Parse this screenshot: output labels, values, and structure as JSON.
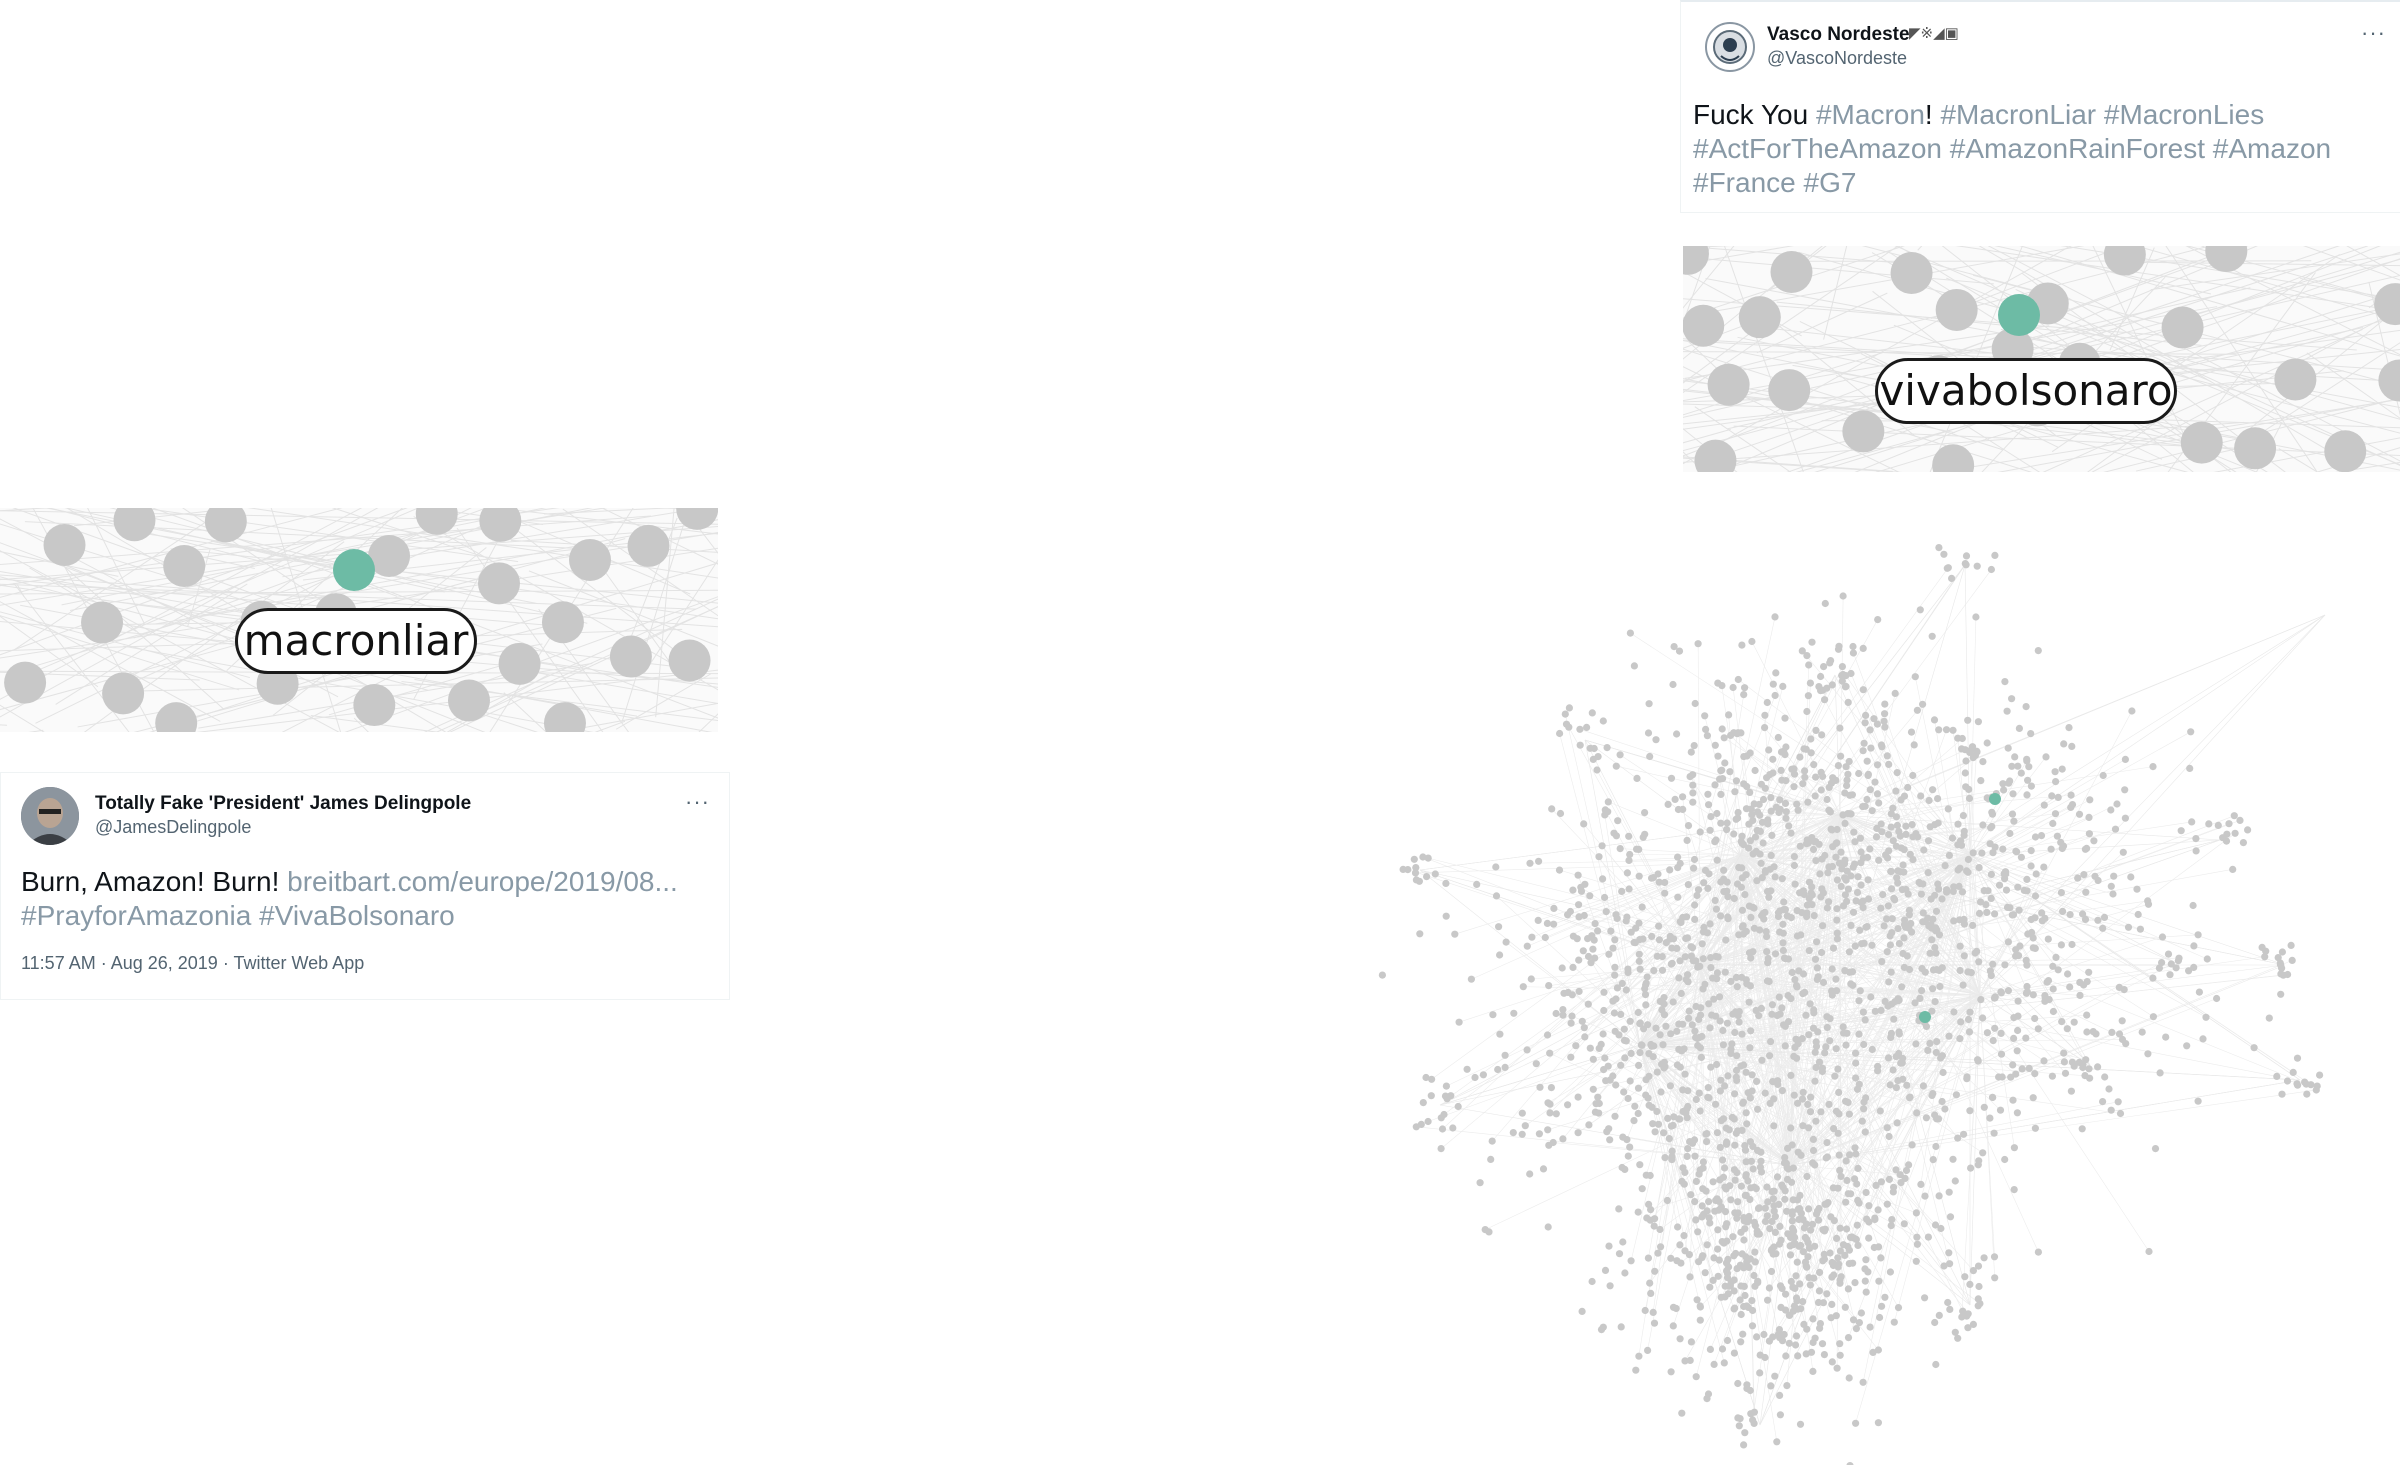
{
  "tweet_top": {
    "author_name": "Vasco Nordeste",
    "author_flags": "◤※◢▣",
    "handle": "@VascoNordeste",
    "more_label": "···",
    "text_parts": [
      "Fuck You ",
      "#Macron",
      "! ",
      "#MacronLiar",
      " ",
      "#MacronLies",
      " ",
      "#ActForTheAmazon",
      " ",
      "#AmazonRainForest",
      " ",
      "#Amazon",
      " ",
      "#France",
      " ",
      "#G7"
    ]
  },
  "crop_top": {
    "label": "vivabolsonaro"
  },
  "crop_left": {
    "label": "macronliar"
  },
  "tweet_bottom": {
    "author_name": "Totally Fake 'President' James Delingpole",
    "handle": "@JamesDelingpole",
    "more_label": "···",
    "text_lead": "Burn, Amazon! Burn! ",
    "link": "breitbart.com/europe/2019/08...",
    "hashtags": [
      "#PrayforAmazonia",
      "#VivaBolsonaro"
    ],
    "meta": "11:57 AM · Aug 26, 2019 · Twitter Web App"
  },
  "colors": {
    "node_gray": "#c8c8c8",
    "node_highlight": "#6dbba5",
    "edge": "#e3e3e3",
    "hashtag": "#8899a6",
    "handle": "#536471"
  },
  "icons": [
    "avatar-logo-icon",
    "avatar-photo-icon",
    "more-options-icon"
  ]
}
